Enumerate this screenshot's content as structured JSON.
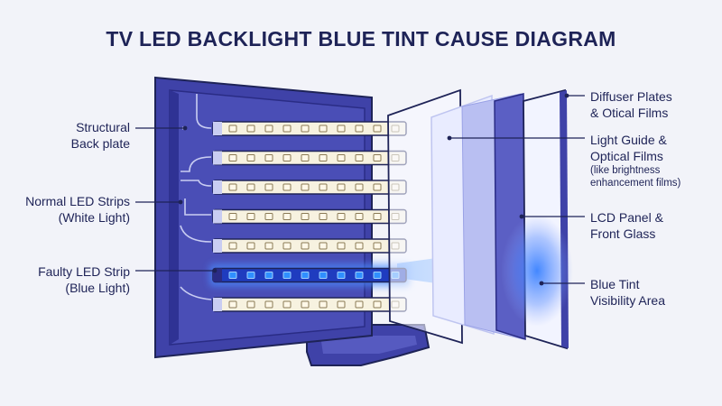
{
  "title": "TV LED BACKLIGHT BLUE TINT CAUSE DIAGRAM",
  "labels": {
    "back_plate": [
      "Structural",
      "Back plate"
    ],
    "normal_led": [
      "Normal LED Strips",
      "(White Light)"
    ],
    "faulty_led": [
      "Faulty LED Strip",
      "(Blue Light)"
    ],
    "diffuser": [
      "Diffuser Plates",
      "& Otical Films"
    ],
    "light_guide": [
      "Light Guide &",
      "Optical Films"
    ],
    "light_guide_note": [
      "(like brightness",
      "enhancement films)"
    ],
    "lcd_panel": [
      "LCD Panel &",
      "Front Glass"
    ],
    "blue_tint": [
      "Blue Tint",
      "Visibility Area"
    ]
  },
  "colors": {
    "frame": "#3f42a8",
    "frame_dark": "#2a2c85",
    "strip_white": "#f7f2e0",
    "strip_blue": "#2f8fff",
    "text": "#1e2357"
  },
  "strips": [
    {
      "type": "normal"
    },
    {
      "type": "normal"
    },
    {
      "type": "normal"
    },
    {
      "type": "normal"
    },
    {
      "type": "normal"
    },
    {
      "type": "faulty"
    },
    {
      "type": "normal"
    }
  ]
}
